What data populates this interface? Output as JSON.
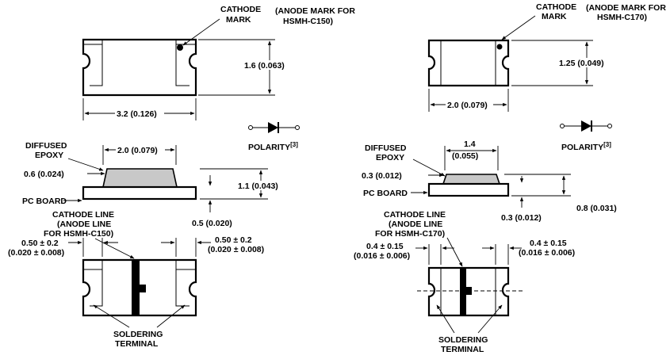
{
  "left": {
    "cathode_mark": [
      "CATHODE",
      "MARK"
    ],
    "anode_mark_note": [
      "(ANODE MARK FOR",
      "HSMH-C150)"
    ],
    "height_dim": "1.6 (0.063)",
    "length_dim": "3.2 (0.126)",
    "polarity": "POLARITY",
    "polarity_sup": "[3]",
    "diffused_epoxy": [
      "DIFFUSED",
      "EPOXY"
    ],
    "epoxy_width": "2.0 (0.079)",
    "epoxy_chamfer": "0.6 (0.024)",
    "total_height": "1.1 (0.043)",
    "pc_board": "PC BOARD",
    "board_thickness": "0.5 (0.020)",
    "cathode_line": [
      "CATHODE LINE",
      "(ANODE LINE",
      "FOR HSMH-C150)"
    ],
    "terminal_left": [
      "0.50 ± 0.2",
      "(0.020 ± 0.008)"
    ],
    "terminal_right": [
      "0.50 ± 0.2",
      "(0.020 ± 0.008)"
    ],
    "soldering": [
      "SOLDERING",
      "TERMINAL"
    ]
  },
  "right": {
    "cathode_mark": [
      "CATHODE",
      "MARK"
    ],
    "anode_mark_note": [
      "(ANODE MARK FOR",
      "HSMH-C170)"
    ],
    "height_dim": "1.25 (0.049)",
    "length_dim": "2.0 (0.079)",
    "polarity": "POLARITY",
    "polarity_sup": "[3]",
    "diffused_epoxy": [
      "DIFFUSED",
      "EPOXY"
    ],
    "epoxy_width": [
      "1.4",
      "(0.055)"
    ],
    "epoxy_chamfer": "0.3 (0.012)",
    "total_height": "0.8 (0.031)",
    "pc_board": "PC BOARD",
    "board_thickness": "0.3 (0.012)",
    "cathode_line": [
      "CATHODE LINE",
      "(ANODE LINE",
      "FOR HSMH-C170)"
    ],
    "terminal_left": [
      "0.4 ± 0.15",
      "(0.016 ± 0.006)"
    ],
    "terminal_right": [
      "0.4 ± 0.15",
      "(0.016 ± 0.006)"
    ],
    "soldering": [
      "SOLDERING",
      "TERMINAL"
    ]
  }
}
